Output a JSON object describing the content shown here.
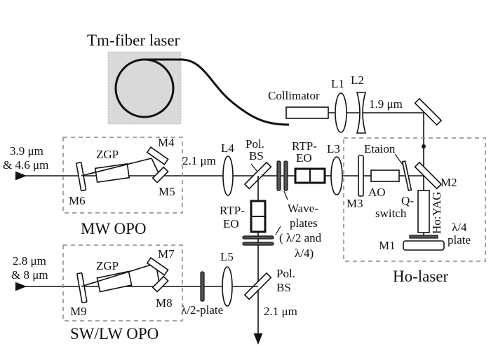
{
  "diagram": {
    "title": "Optical setup: Tm-fiber laser pumped Ho-laser with MW and SW/LW OPOs",
    "colors": {
      "line": "#111111",
      "dashed_box": "#888888",
      "fiber_box_fill": "#d9d9d9"
    },
    "sources": {
      "tm_fiber_laser": "Tm-fiber laser"
    },
    "modules": {
      "ho_laser": "Ho-laser",
      "mw_opo": "MW OPO",
      "sw_lw_opo": "SW/LW OPO"
    },
    "components": {
      "collimator": "Collimator",
      "l1": "L1",
      "l2": "L2",
      "l3": "L3",
      "l4": "L4",
      "l5": "L5",
      "m1": "M1",
      "m2": "M2",
      "m3": "M3",
      "m4": "M4",
      "m5": "M5",
      "m6": "M6",
      "m7": "M7",
      "m8": "M8",
      "m9": "M9",
      "etalon": "Etaion",
      "ao": "AO",
      "q_switch_1": "Q-",
      "q_switch_2": "switch",
      "ho_yag": "Ho:YAG",
      "qwp_1": "λ/4",
      "qwp_2": "plate",
      "rtp_eo_top_1": "RTP-",
      "rtp_eo_top_2": "EO",
      "rtp_eo_side_1": "RTP-",
      "rtp_eo_side_2": "EO",
      "pol_bs_top_1": "Pol.",
      "pol_bs_top_2": "BS",
      "pol_bs_bottom_1": "Pol.",
      "pol_bs_bottom_2": "BS",
      "waveplates_1": "Wave-",
      "waveplates_2": "plates",
      "waveplates_3": "( λ/2 and",
      "waveplates_4": "λ/4)",
      "hwp": "λ/2-plate",
      "zgp_mw": "ZGP",
      "zgp_swlw": "ZGP"
    },
    "wavelengths": {
      "pump": "1.9 μm",
      "ho_out_top": "2.1 μm",
      "ho_out_bottom": "2.1 μm",
      "mw_out_1": "3.9 μm",
      "mw_out_2": "& 4.6 μm",
      "swlw_out_1": "2.8 μm",
      "swlw_out_2": "& 8 μm"
    }
  }
}
